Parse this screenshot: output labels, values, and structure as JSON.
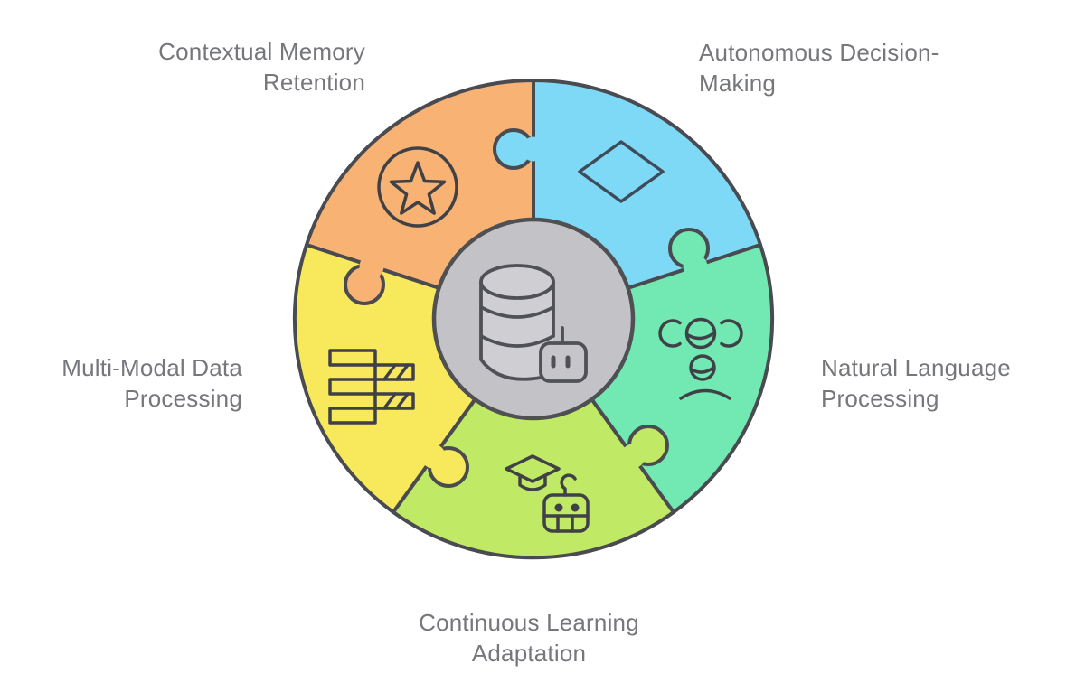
{
  "diagram": {
    "type": "circular-puzzle-infographic",
    "center": {
      "icon": "database-robot-icon",
      "fill": "#c3c2c6",
      "cylinder_fill": "#cfcfd3"
    },
    "segments": [
      {
        "label": "Contextual Memory Retention",
        "label_lines": [
          "Contextual Memory",
          "Retention"
        ],
        "color": "#f7b274",
        "icon": "star-circle-icon",
        "label_position": "top-left"
      },
      {
        "label": "Autonomous Decision-Making",
        "label_lines": [
          "Autonomous Decision-",
          "Making"
        ],
        "color": "#7ed9f6",
        "icon": "diamond-icon",
        "label_position": "top-right"
      },
      {
        "label": "Natural Language Processing",
        "label_lines": [
          "Natural Language",
          "Processing"
        ],
        "color": "#72e9b2",
        "icon": "language-globes-icon",
        "label_position": "right"
      },
      {
        "label": "Continuous Learning Adaptation",
        "label_lines": [
          "Continuous Learning",
          "Adaptation"
        ],
        "color": "#c0e966",
        "icon": "graduation-robot-icon",
        "label_position": "bottom"
      },
      {
        "label": "Multi-Modal Data Processing",
        "label_lines": [
          "Multi-Modal Data",
          "Processing"
        ],
        "color": "#f8e95c",
        "icon": "hatched-bars-icon",
        "label_position": "left"
      }
    ],
    "colors": {
      "outline": "#4a4b50",
      "icon_stroke": "#3f4146",
      "text": "#76777b",
      "background": "#ffffff"
    }
  }
}
